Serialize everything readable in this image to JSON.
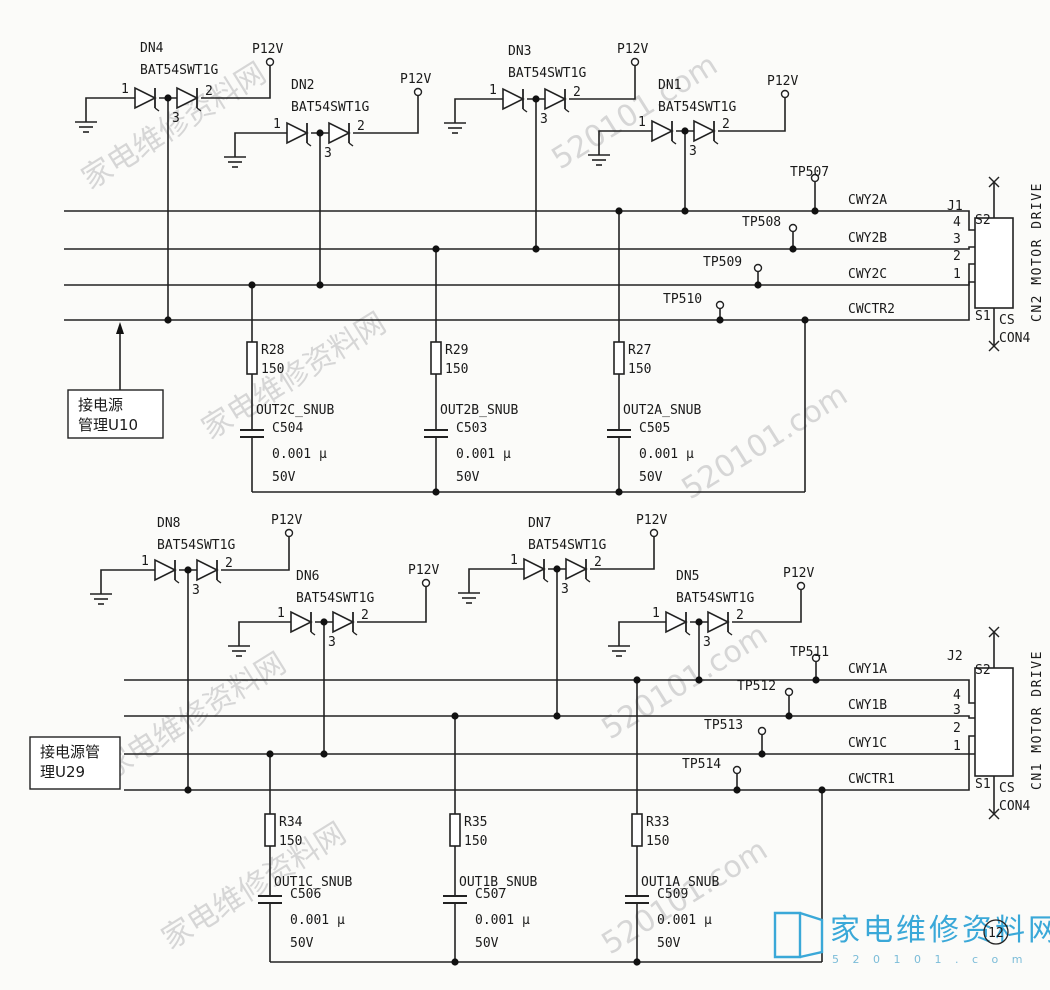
{
  "power": "P12V",
  "ground": "GND",
  "diode_part": "BAT54SWT1G",
  "pin_labels": {
    "one": "1",
    "two": "2",
    "three": "3"
  },
  "top": {
    "diodes": [
      "DN4",
      "DN2",
      "DN3",
      "DN1"
    ],
    "testpoints": [
      "TP507",
      "TP508",
      "TP509",
      "TP510"
    ],
    "nets": [
      "CWY2A",
      "CWY2B",
      "CWY2C",
      "CWCTR2"
    ],
    "connector": {
      "ref": "J1",
      "title": "CN2 MOTOR DRIVE",
      "pins": [
        "4",
        "3",
        "2",
        "1"
      ],
      "s2": "S2",
      "s1": "S1",
      "cs": "CS",
      "type": "CON4"
    },
    "resistors": [
      {
        "ref": "R28",
        "value": "150"
      },
      {
        "ref": "R29",
        "value": "150"
      },
      {
        "ref": "R27",
        "value": "150"
      }
    ],
    "snubs": [
      "OUT2C_SNUB",
      "OUT2B_SNUB",
      "OUT2A_SNUB"
    ],
    "caps": [
      {
        "ref": "C504",
        "value": "0.001 μ",
        "voltage": "50V"
      },
      {
        "ref": "C503",
        "value": "0.001 μ",
        "voltage": "50V"
      },
      {
        "ref": "C505",
        "value": "0.001 μ",
        "voltage": "50V"
      }
    ],
    "note": [
      "接电源",
      "管理U10"
    ]
  },
  "bottom": {
    "diodes": [
      "DN8",
      "DN6",
      "DN7",
      "DN5"
    ],
    "testpoints": [
      "TP511",
      "TP512",
      "TP513",
      "TP514"
    ],
    "nets": [
      "CWY1A",
      "CWY1B",
      "CWY1C",
      "CWCTR1"
    ],
    "connector": {
      "ref": "J2",
      "title": "CN1 MOTOR DRIVE",
      "pins": [
        "4",
        "3",
        "2",
        "1"
      ],
      "s2": "S2",
      "s1": "S1",
      "cs": "CS",
      "type": "CON4"
    },
    "resistors": [
      {
        "ref": "R34",
        "value": "150"
      },
      {
        "ref": "R35",
        "value": "150"
      },
      {
        "ref": "R33",
        "value": "150"
      }
    ],
    "snubs": [
      "OUT1C_SNUB",
      "OUT1B_SNUB",
      "OUT1A_SNUB"
    ],
    "caps": [
      {
        "ref": "C506",
        "value": "0.001 μ",
        "voltage": "50V"
      },
      {
        "ref": "C507",
        "value": "0.001 μ",
        "voltage": "50V"
      },
      {
        "ref": "C509",
        "value": "0.001 μ",
        "voltage": "50V"
      }
    ],
    "note": [
      "接电源管",
      "理U29"
    ]
  },
  "watermark": "家电维修资料网",
  "watermark_url": "520101.com",
  "logo": {
    "cn": "家电维修资料网",
    "url": "5 2 0 1 0 1 . c o m",
    "badge": "12"
  }
}
